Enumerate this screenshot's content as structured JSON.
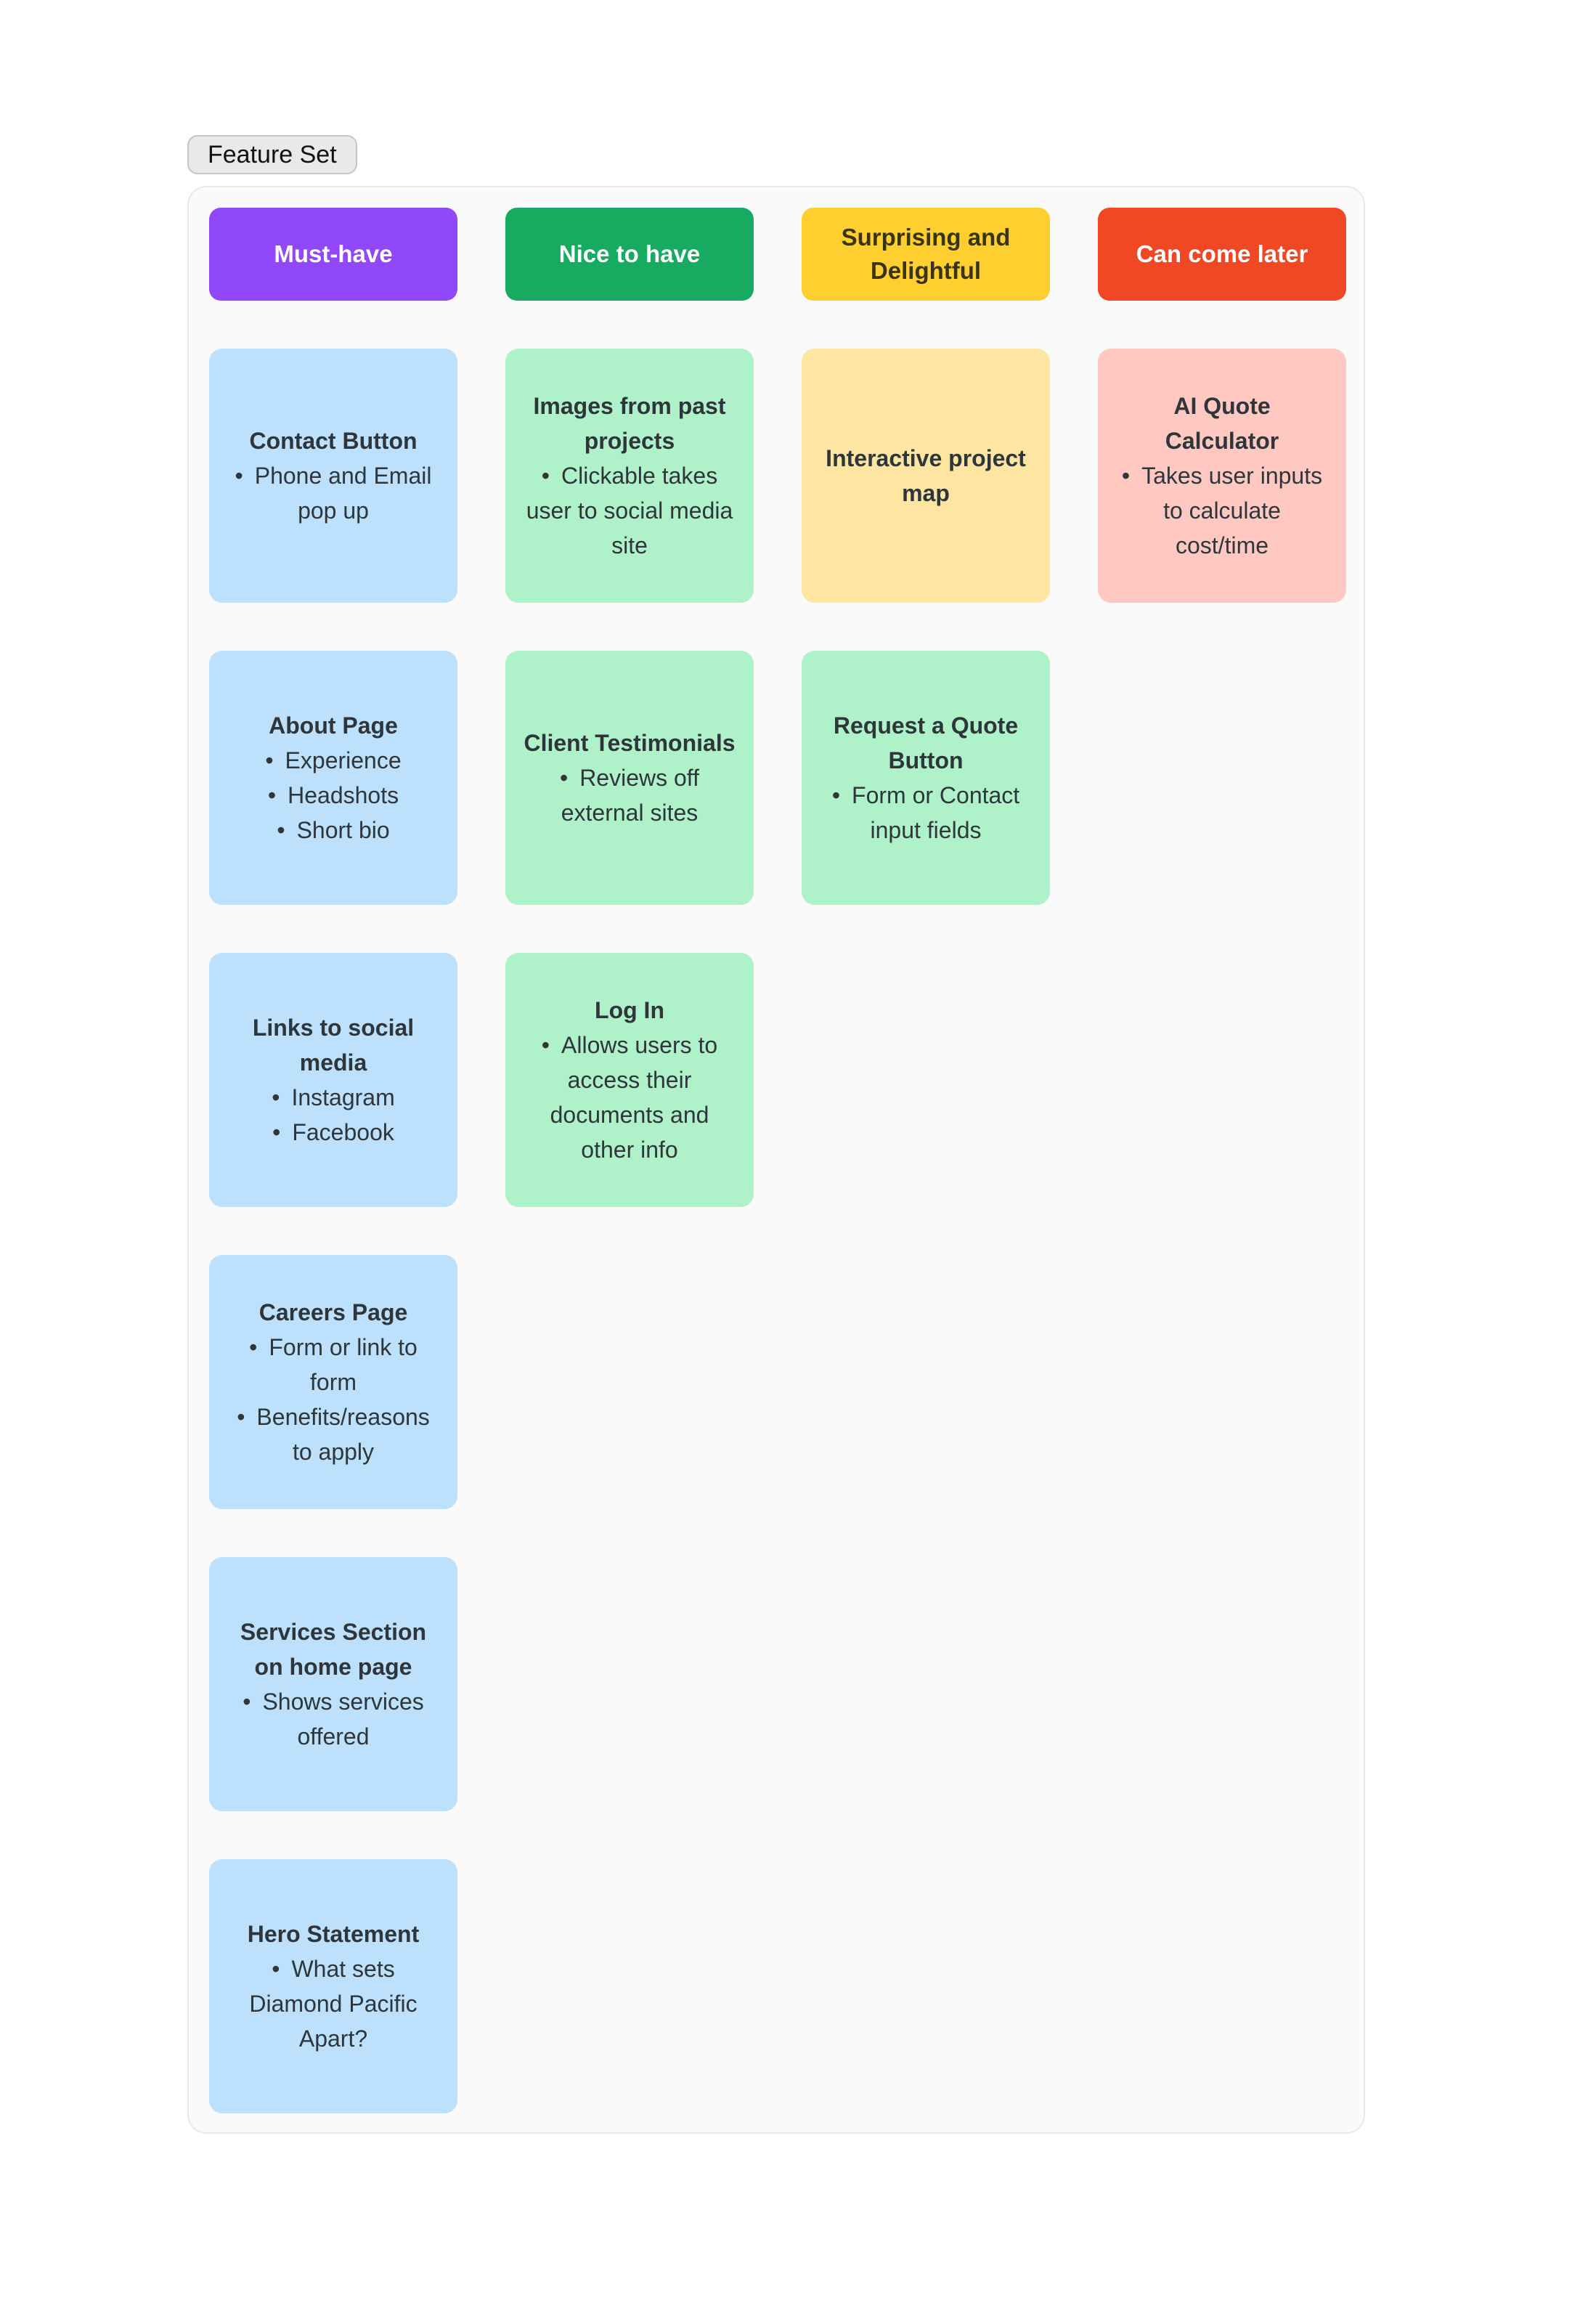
{
  "section": {
    "label": "Feature Set"
  },
  "colors": {
    "page_bg": "#FFFFFF",
    "panel_bg": "#FAFAFA",
    "panel_border": "#E9E9EB",
    "pill_bg": "#E9E9E9",
    "pill_border": "#C5C5C7",
    "card_text": "#2E363C"
  },
  "board": {
    "columns": [
      {
        "id": "must-have",
        "label": "Must-have",
        "header_bg": "#9147FA",
        "header_text_color": "#FFFFFF",
        "cards": [
          {
            "title": "Contact Button",
            "bg": "#BDE0FC",
            "bullets": [
              "Phone and Email pop up"
            ]
          },
          {
            "title": "About Page",
            "bg": "#BDE0FC",
            "bullets": [
              "Experience",
              "Headshots",
              "Short bio"
            ]
          },
          {
            "title": "Links to social media",
            "bg": "#BDE0FC",
            "bullets": [
              "Instagram",
              "Facebook"
            ]
          },
          {
            "title": "Careers Page",
            "bg": "#BDE0FC",
            "bullets": [
              "Form or link to form",
              "Benefits/reasons to apply"
            ]
          },
          {
            "title": "Services Section on home page",
            "bg": "#BDE0FC",
            "bullets": [
              "Shows services offered"
            ]
          },
          {
            "title": "Hero Statement",
            "bg": "#BDE0FC",
            "bullets": [
              "What sets Diamond Pacific Apart?"
            ]
          }
        ]
      },
      {
        "id": "nice-to-have",
        "label": "Nice to have",
        "header_bg": "#16AB60",
        "header_text_color": "#FFFFFF",
        "cards": [
          {
            "title": "Images from past projects",
            "bg": "#AFF2C9",
            "bullets": [
              "Clickable takes user to social media site"
            ]
          },
          {
            "title": "Client Testimonials",
            "bg": "#AFF2C9",
            "bullets": [
              "Reviews off external sites"
            ]
          },
          {
            "title": "Log In",
            "bg": "#AFF2C9",
            "bullets": [
              "Allows users to access their documents and other info"
            ]
          }
        ]
      },
      {
        "id": "surprising-and-delightful",
        "label": "Surprising and Delightful",
        "header_bg": "#FFCE2F",
        "header_text_color": "#3A3417",
        "cards": [
          {
            "title": "Interactive project map",
            "bg": "#FEE6A2",
            "bullets": []
          },
          {
            "title": "Request a Quote Button",
            "bg": "#AFF2C9",
            "bullets": [
              "Form or Contact input fields"
            ]
          }
        ]
      },
      {
        "id": "can-come-later",
        "label": "Can come later",
        "header_bg": "#F04724",
        "header_text_color": "#FFFFFF",
        "cards": [
          {
            "title": "AI Quote Calculator",
            "bg": "#FFC9C2",
            "bullets": [
              "Takes user inputs to calculate cost/time"
            ]
          }
        ]
      }
    ]
  }
}
